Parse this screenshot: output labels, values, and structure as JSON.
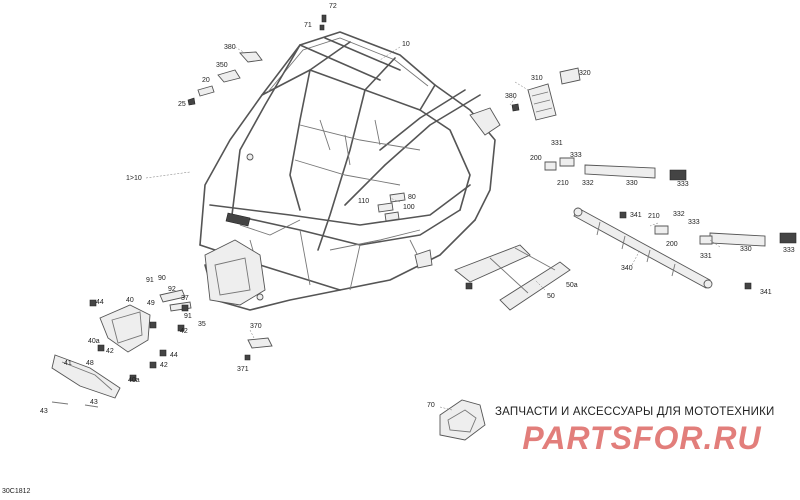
{
  "diagram": {
    "reference_code": "30C1812",
    "callouts": [
      "72",
      "71",
      "380",
      "10",
      "350",
      "20",
      "25",
      "310",
      "320",
      "380",
      "1>10",
      "331",
      "200",
      "333",
      "210",
      "332",
      "330",
      "333",
      "341",
      "210",
      "332",
      "333",
      "200",
      "331",
      "330",
      "333",
      "340",
      "341",
      "50",
      "50a",
      "110",
      "80",
      "100",
      "91",
      "90",
      "92",
      "44",
      "40",
      "49",
      "37",
      "91",
      "35",
      "42",
      "40a",
      "42",
      "44",
      "48",
      "42",
      "40a",
      "41",
      "43",
      "43",
      "370",
      "371",
      "70"
    ]
  },
  "watermark": {
    "tagline": "ЗАПЧАСТИ И АКСЕССУАРЫ ДЛЯ МОТОТЕХНИКИ",
    "logo_text": "PARTSFOR.RU",
    "logo_color": "#d9534f"
  }
}
